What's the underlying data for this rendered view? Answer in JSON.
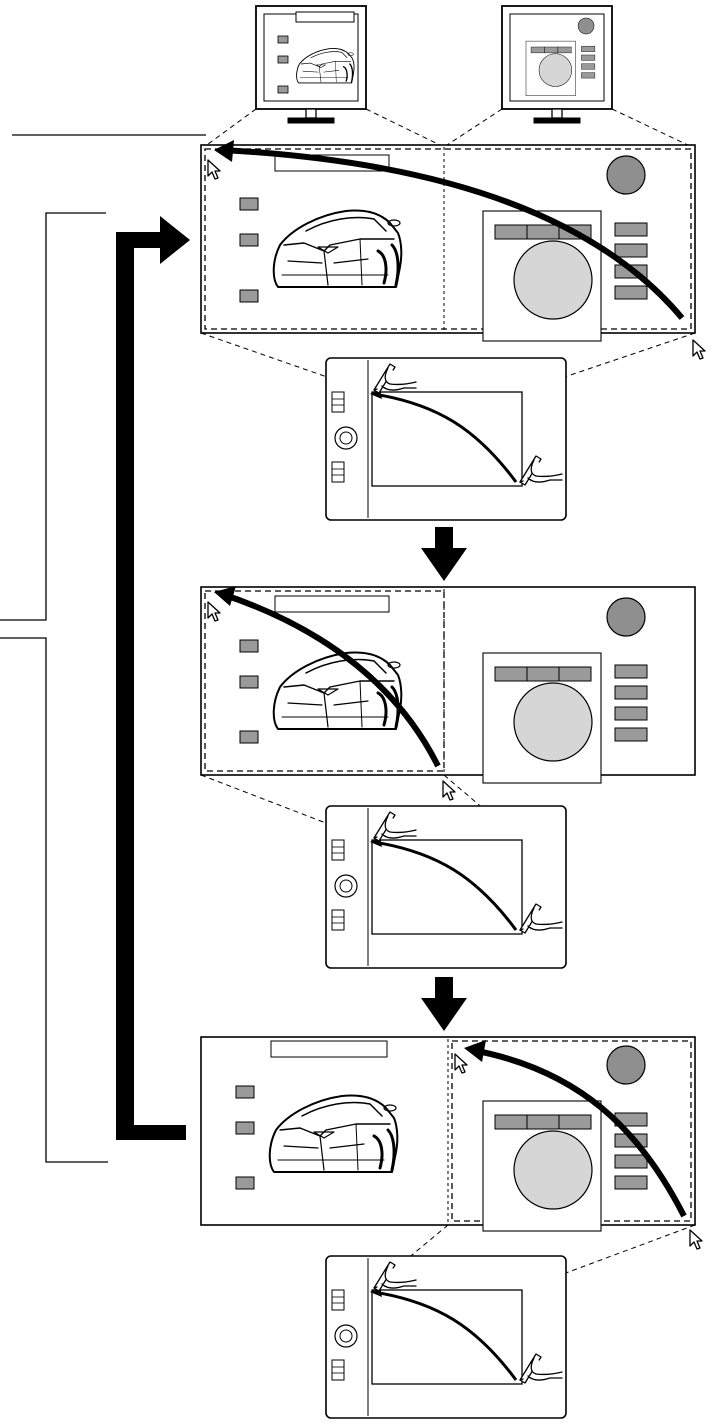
{
  "diagram": {
    "colors": {
      "ink": "#000000",
      "paper": "#ffffff",
      "block": "#9a9a9a",
      "dial": "#d6d6d6",
      "knob": "#8f8f8f"
    },
    "icons": [
      "monitor-icon",
      "car-sketch-icon",
      "cursor-arrow-icon",
      "pen-in-hand-icon",
      "tablet-icon",
      "arrow-down-icon"
    ],
    "cycle": [
      {
        "step": 1,
        "mapped_area": "both-monitors"
      },
      {
        "step": 2,
        "mapped_area": "left-monitor"
      },
      {
        "step": 3,
        "mapped_area": "right-monitor"
      }
    ]
  }
}
